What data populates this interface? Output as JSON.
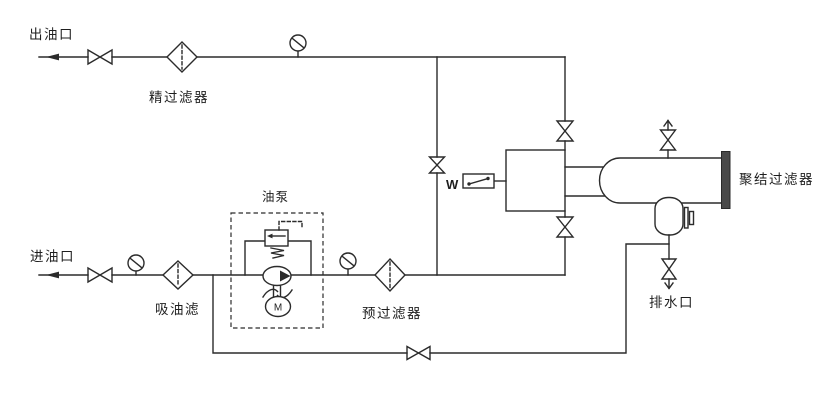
{
  "labels": {
    "outlet": "出油口",
    "fine_filter": "精过滤器",
    "inlet": "进油口",
    "suction_filter": "吸油滤",
    "pump": "油泵",
    "pre_filter": "预过滤器",
    "coalescer": "聚结过滤器",
    "drain": "排水口",
    "pressure_switch": "W",
    "motor": "M"
  },
  "colors": {
    "line": "#2b2b2b",
    "background": "#ffffff",
    "flange_fill": "#4a4a4a"
  },
  "symbols": {
    "shutoff-valve-icon": "bowtie valve ⋈",
    "filter-icon": "diamond with dashed element ◇",
    "pressure-gauge-icon": "circle with needle ⊘",
    "pump-icon": "ellipse with flow triangle",
    "motor-icon": "circle with M",
    "vent-arrow-icon": "↑",
    "drain-arrow-icon": "↓"
  }
}
